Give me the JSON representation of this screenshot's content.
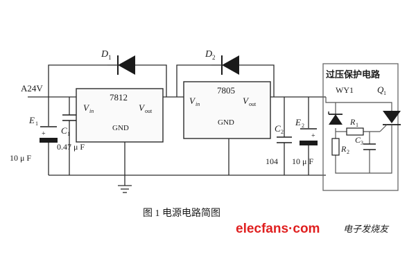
{
  "input": {
    "label": "A24V"
  },
  "diodes": {
    "d1": {
      "main": "D",
      "sub": "1"
    },
    "d2": {
      "main": "D",
      "sub": "2"
    }
  },
  "reg1": {
    "name": "7812",
    "vin": "V",
    "vin_sub": "in",
    "vout": "V",
    "vout_sub": "out",
    "gnd": "GND"
  },
  "reg2": {
    "name": "7805",
    "vin": "V",
    "vin_sub": "in",
    "vout": "V",
    "vout_sub": "out",
    "gnd": "GND"
  },
  "caps": {
    "e1": {
      "main": "E",
      "sub": "1",
      "value": "10 μ F"
    },
    "c1": {
      "main": "C",
      "sub": "1",
      "value": "0.47 μ F"
    },
    "c2": {
      "main": "C",
      "sub": "2",
      "value": "104"
    },
    "e2": {
      "main": "E",
      "sub": "2",
      "value": "10 μ F"
    }
  },
  "protection": {
    "title": "过压保护电路",
    "zener": "WY1",
    "q": {
      "main": "Q",
      "sub": "1"
    },
    "r1": {
      "main": "R",
      "sub": "1"
    },
    "r2": {
      "main": "R",
      "sub": "2"
    },
    "c3": {
      "main": "C",
      "sub": "3"
    }
  },
  "caption": "图 1   电源电路简图",
  "watermark": {
    "site": "elecfans·com",
    "cn": "电子发烧友",
    "color": "#e02020"
  }
}
